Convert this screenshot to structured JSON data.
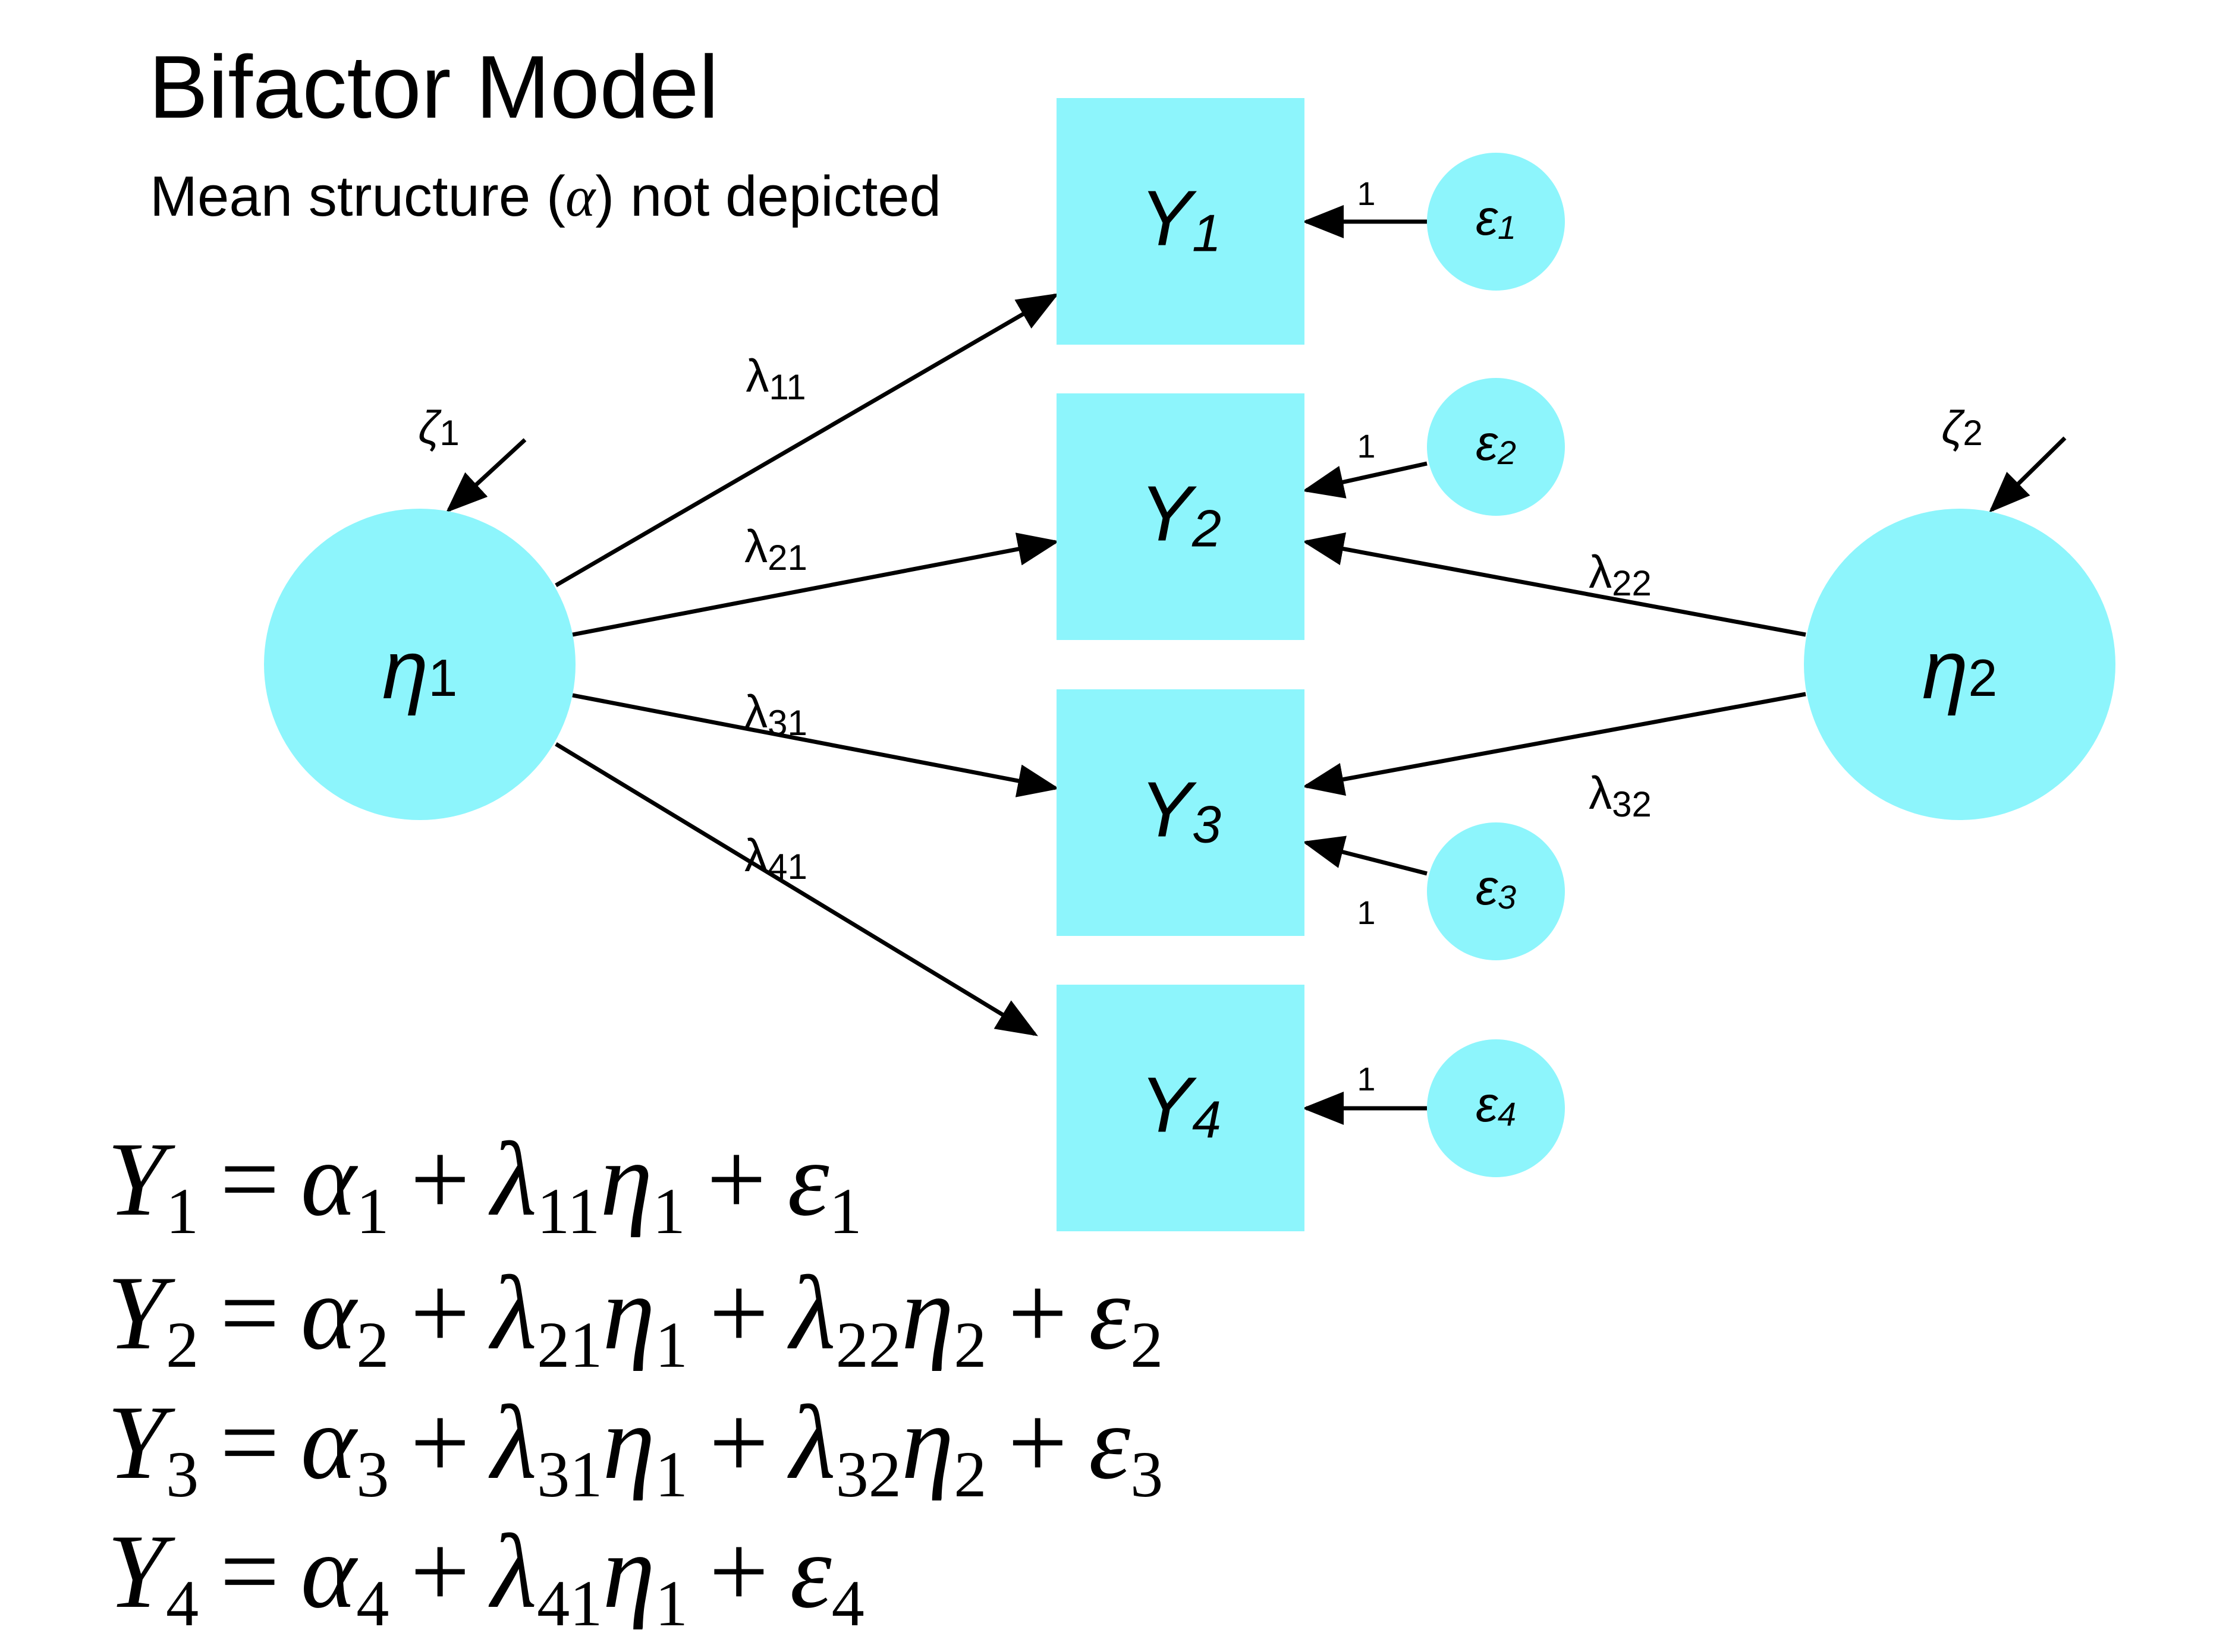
{
  "title": "Bifactor Model",
  "subtitle": {
    "prefix": "Mean structure (",
    "symbol": "α",
    "suffix": ") not depicted"
  },
  "colors": {
    "node_fill": "#8df5fc",
    "line": "#000000",
    "text": "#000000"
  },
  "factors": [
    {
      "id": "eta1",
      "symbol": "η",
      "index": "1"
    },
    {
      "id": "eta2",
      "symbol": "η",
      "index": "2"
    }
  ],
  "disturbances": [
    {
      "id": "zeta1",
      "symbol": "ζ",
      "index": "1",
      "target": "eta1"
    },
    {
      "id": "zeta2",
      "symbol": "ζ",
      "index": "2",
      "target": "eta2"
    }
  ],
  "indicators": [
    {
      "id": "Y1",
      "symbol": "Y",
      "index": "1"
    },
    {
      "id": "Y2",
      "symbol": "Y",
      "index": "2"
    },
    {
      "id": "Y3",
      "symbol": "Y",
      "index": "3"
    },
    {
      "id": "Y4",
      "symbol": "Y",
      "index": "4"
    }
  ],
  "errors": [
    {
      "id": "eps1",
      "symbol": "ε",
      "index": "1",
      "target": "Y1",
      "path_label": "1"
    },
    {
      "id": "eps2",
      "symbol": "ε",
      "index": "2",
      "target": "Y2",
      "path_label": "1"
    },
    {
      "id": "eps3",
      "symbol": "ε",
      "index": "3",
      "target": "Y3",
      "path_label": "1"
    },
    {
      "id": "eps4",
      "symbol": "ε",
      "index": "4",
      "target": "Y4",
      "path_label": "1"
    }
  ],
  "loadings": [
    {
      "from": "eta1",
      "to": "Y1",
      "symbol": "λ",
      "index": "11"
    },
    {
      "from": "eta1",
      "to": "Y2",
      "symbol": "λ",
      "index": "21"
    },
    {
      "from": "eta1",
      "to": "Y3",
      "symbol": "λ",
      "index": "31"
    },
    {
      "from": "eta1",
      "to": "Y4",
      "symbol": "λ",
      "index": "41"
    },
    {
      "from": "eta2",
      "to": "Y2",
      "symbol": "λ",
      "index": "22"
    },
    {
      "from": "eta2",
      "to": "Y3",
      "symbol": "λ",
      "index": "32"
    }
  ],
  "equations": [
    {
      "lhs": "1",
      "terms": [
        {
          "sym": "α",
          "sub": "1"
        },
        {
          "sym": "λ",
          "sub": "11",
          "sym2": "η",
          "sub2": "1"
        },
        {
          "sym": "ε",
          "sub": "1"
        }
      ]
    },
    {
      "lhs": "2",
      "terms": [
        {
          "sym": "α",
          "sub": "2"
        },
        {
          "sym": "λ",
          "sub": "21",
          "sym2": "η",
          "sub2": "1"
        },
        {
          "sym": "λ",
          "sub": "22",
          "sym2": "η",
          "sub2": "2"
        },
        {
          "sym": "ε",
          "sub": "2"
        }
      ]
    },
    {
      "lhs": "3",
      "terms": [
        {
          "sym": "α",
          "sub": "3"
        },
        {
          "sym": "λ",
          "sub": "31",
          "sym2": "η",
          "sub2": "1"
        },
        {
          "sym": "λ",
          "sub": "32",
          "sym2": "η",
          "sub2": "2"
        },
        {
          "sym": "ε",
          "sub": "3"
        }
      ]
    },
    {
      "lhs": "4",
      "terms": [
        {
          "sym": "α",
          "sub": "4"
        },
        {
          "sym": "λ",
          "sub": "41",
          "sym2": "η",
          "sub2": "1"
        },
        {
          "sym": "ε",
          "sub": "4"
        }
      ]
    }
  ],
  "equation_symbols": {
    "lhs": "Y",
    "equals": "=",
    "plus": "+"
  }
}
